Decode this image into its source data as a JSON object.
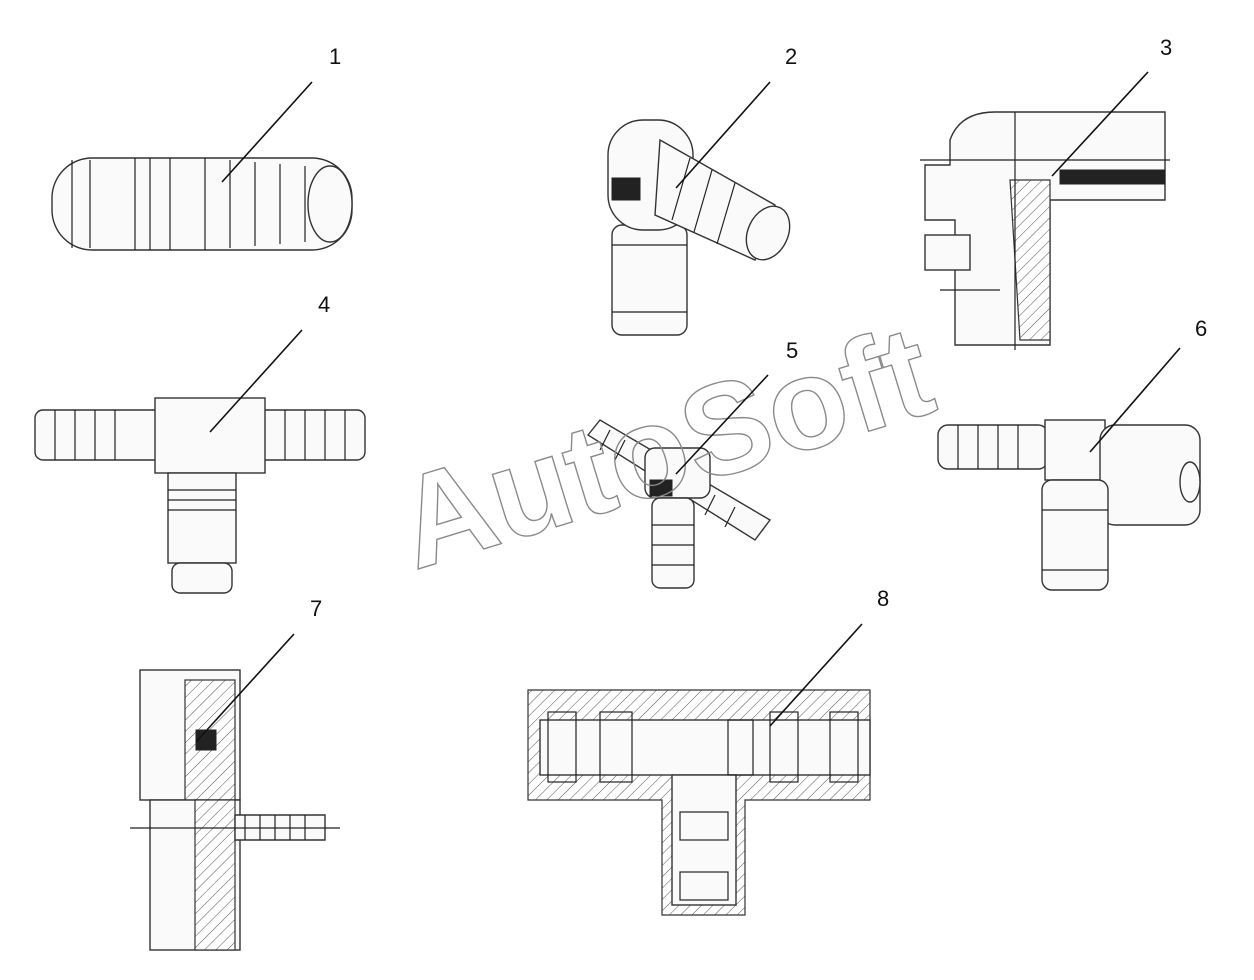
{
  "watermark": "AutoSoft",
  "callouts": [
    "1",
    "2",
    "3",
    "4",
    "5",
    "6",
    "7",
    "8"
  ],
  "parts": [
    {
      "label": "1",
      "icon": "straight-hose-barb-connector-icon"
    },
    {
      "label": "2",
      "icon": "elbow-push-in-connector-icon"
    },
    {
      "label": "3",
      "icon": "elbow-fitting-cross-section-icon"
    },
    {
      "label": "4",
      "icon": "tee-hose-barb-connector-icon"
    },
    {
      "label": "5",
      "icon": "tee-connector-3d-icon"
    },
    {
      "label": "6",
      "icon": "tee-push-in-connector-icon"
    },
    {
      "label": "7",
      "icon": "tee-fitting-cross-section-icon"
    },
    {
      "label": "8",
      "icon": "tee-push-in-cross-section-icon"
    }
  ]
}
